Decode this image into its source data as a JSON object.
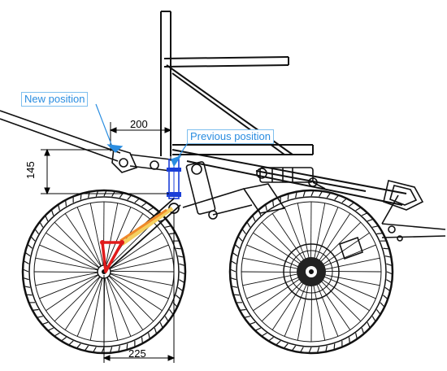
{
  "annotations": {
    "new_position": "New position",
    "previous_position": "Previous position"
  },
  "dimensions": {
    "horizontal_offset": "200",
    "vertical_offset": "145",
    "wheel_offset": "225"
  },
  "colors": {
    "frame": "#111111",
    "callout": "#2a8de0",
    "dimension": "#000000",
    "mount": "#1b3fd8",
    "linkage_red": "#e01a1a",
    "linkage_orange": "#f08a2a",
    "linkage_yellow": "#f5d060"
  }
}
